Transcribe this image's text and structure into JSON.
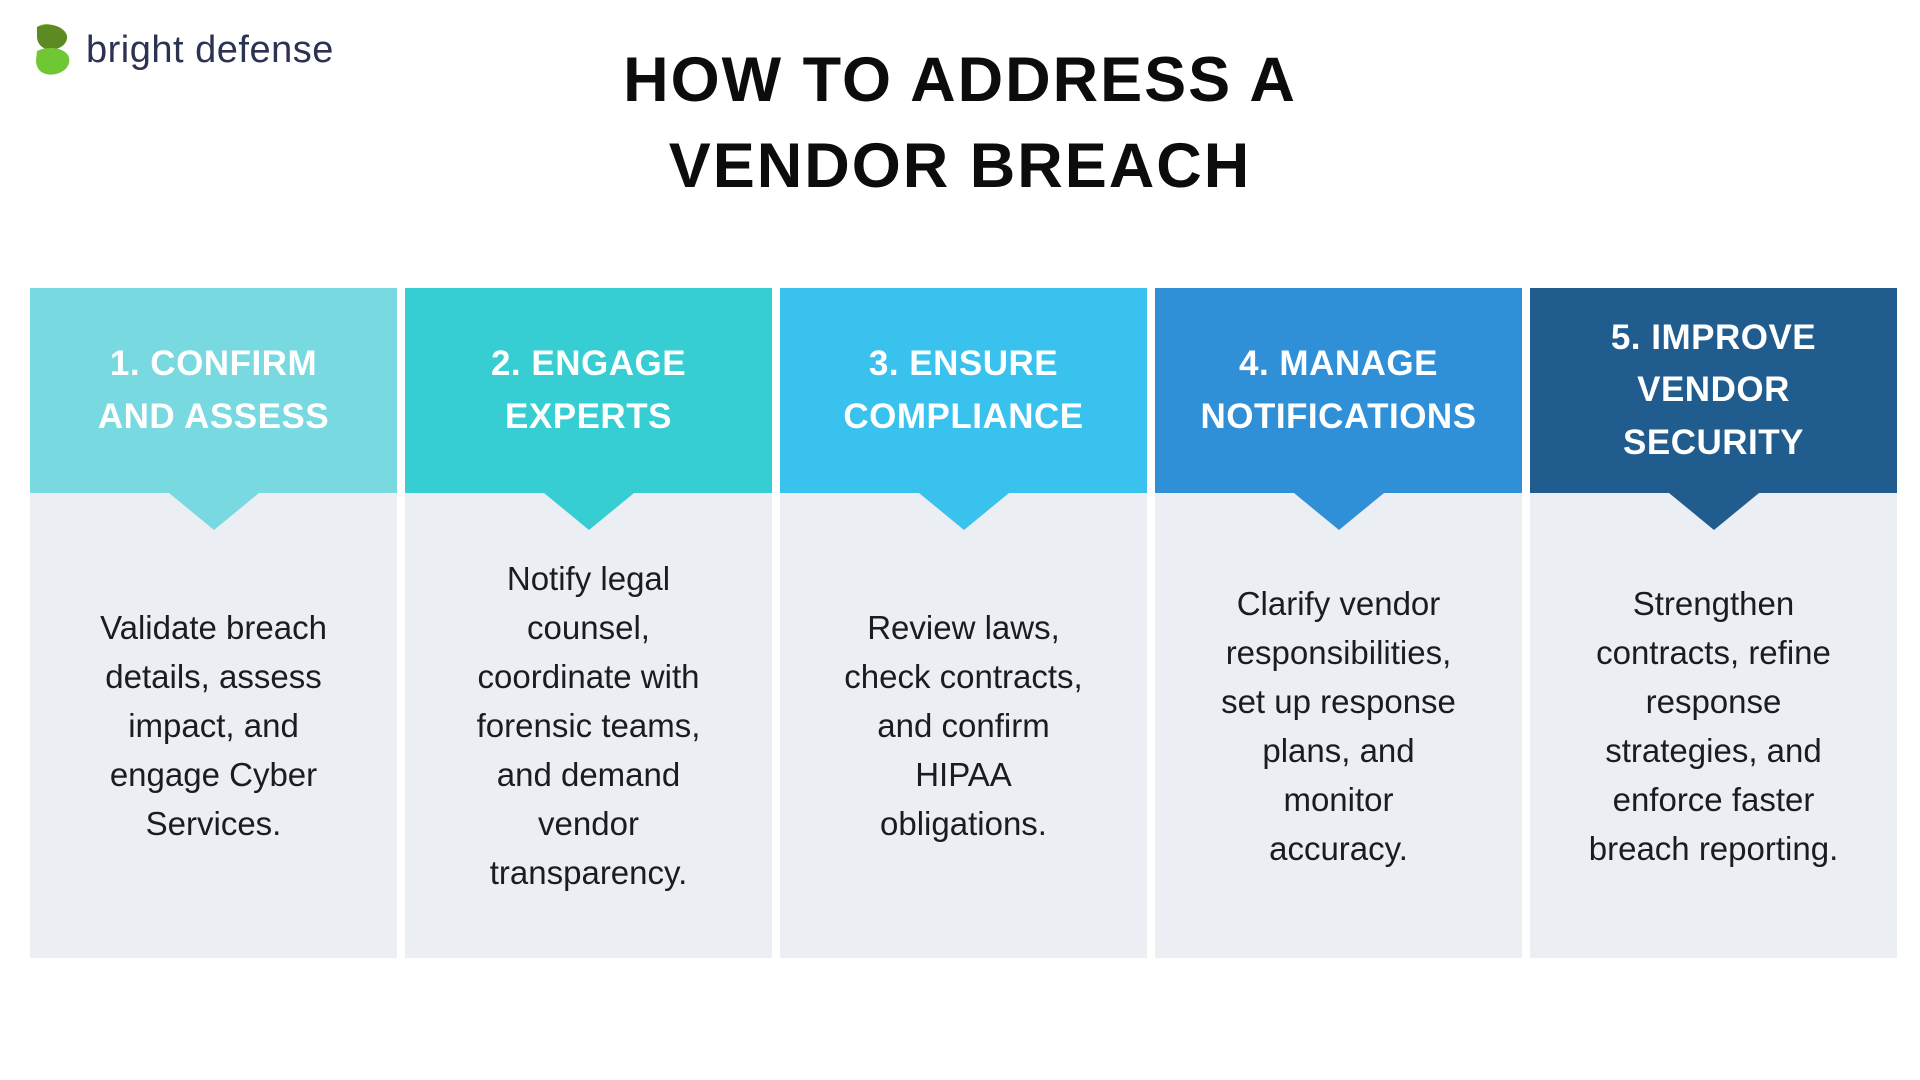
{
  "logo": {
    "text": "bright defense",
    "icon": "bright-defense-b-leaf-icon",
    "icon_colors": {
      "accent_sliver": "#8ed747",
      "top_leaf": "#5d8a23",
      "bottom_leaf": "#6fc733"
    },
    "text_color": "#2c3352"
  },
  "title": "HOW TO ADDRESS A\nVENDOR BREACH",
  "title_color": "#0c0c0c",
  "panel_background": "#ebeef2",
  "body_text_color": "#191c22",
  "header_text_color": "#ffffff",
  "pointer_icon": "triangle-down-pointer",
  "steps": [
    {
      "header": "1. CONFIRM\nAND ASSESS",
      "body": "Validate breach\ndetails, assess\nimpact, and\nengage Cyber\nServices.",
      "color": "#79d9e1"
    },
    {
      "header": "2. ENGAGE\nEXPERTS",
      "body": "Notify legal\ncounsel,\ncoordinate with\nforensic teams,\nand demand\nvendor\ntransparency.",
      "color": "#36cdd3"
    },
    {
      "header": "3. ENSURE\nCOMPLIANCE",
      "body": "Review laws,\ncheck contracts,\nand confirm\nHIPAA\nobligations.",
      "color": "#39c2ee"
    },
    {
      "header": "4. MANAGE\nNOTIFICATIONS",
      "body": "Clarify vendor\nresponsibilities,\nset up response\nplans, and\nmonitor\naccuracy.",
      "color": "#3090d7"
    },
    {
      "header": "5. IMPROVE\nVENDOR\nSECURITY",
      "body": "Strengthen\ncontracts, refine\nresponse\nstrategies, and\nenforce faster\nbreach reporting.",
      "color": "#205c8d"
    }
  ]
}
